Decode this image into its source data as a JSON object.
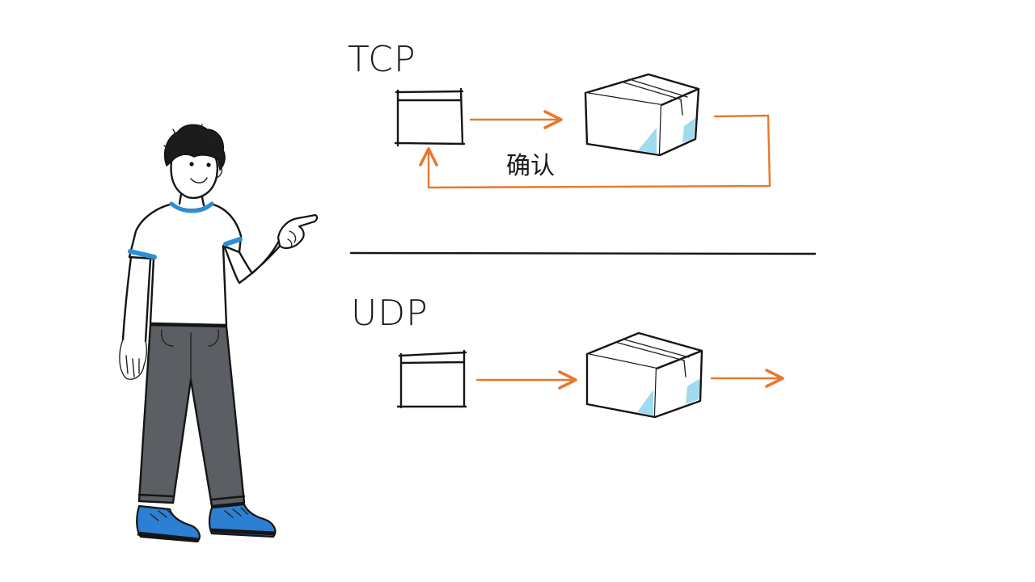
{
  "tcp": {
    "title": "TCP",
    "ack_label": "确认"
  },
  "udp": {
    "title": "UDP"
  },
  "colors": {
    "arrow": "#e8782f",
    "ink": "#151515",
    "tape": "#8fd3ea",
    "shirt_trim": "#2a8fd6",
    "pants": "#5b5e62",
    "shoes": "#2c7fd3"
  },
  "icons": [
    "packet-icon",
    "box-icon",
    "arrow-icon",
    "person-illustration"
  ]
}
